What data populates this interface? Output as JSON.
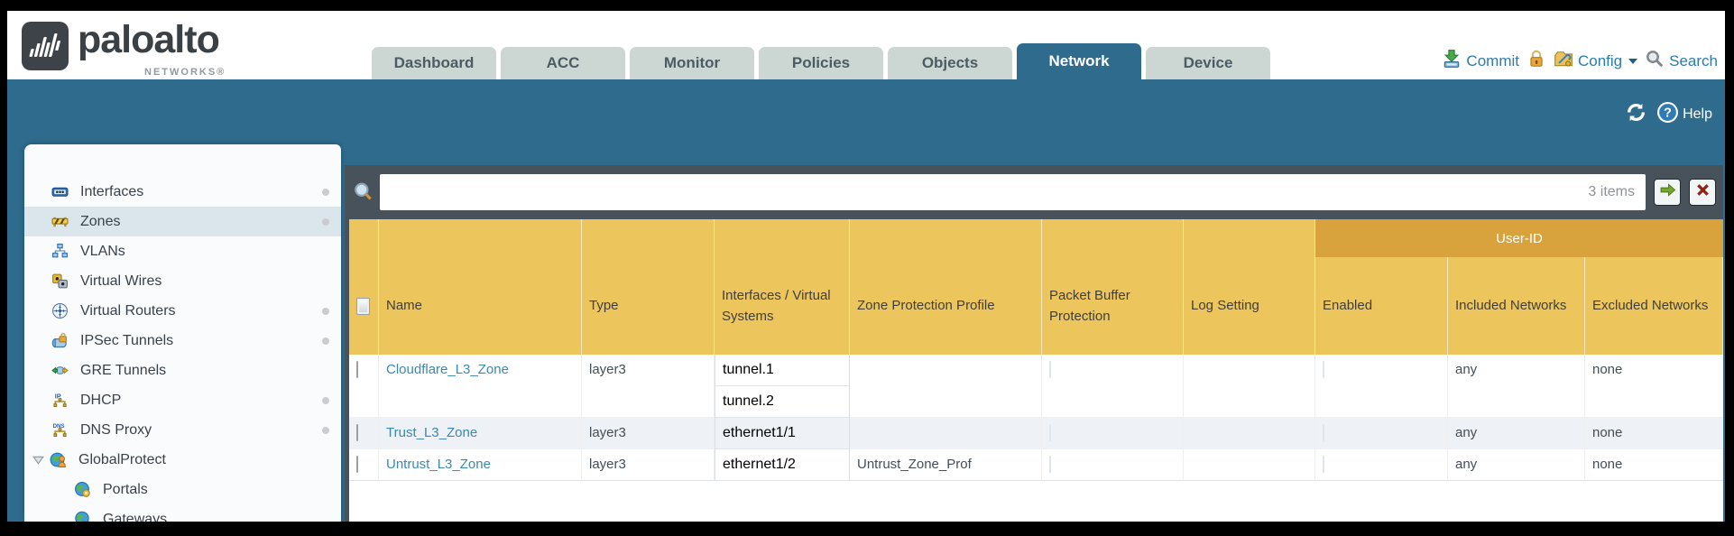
{
  "brand": {
    "name": "paloalto",
    "tagline": "NETWORKS®"
  },
  "nav": {
    "tabs": [
      {
        "label": "Dashboard",
        "active": false
      },
      {
        "label": "ACC",
        "active": false
      },
      {
        "label": "Monitor",
        "active": false
      },
      {
        "label": "Policies",
        "active": false
      },
      {
        "label": "Objects",
        "active": false
      },
      {
        "label": "Network",
        "active": true
      },
      {
        "label": "Device",
        "active": false
      }
    ]
  },
  "header_actions": {
    "commit_label": "Commit",
    "config_label": "Config",
    "search_label": "Search"
  },
  "utility_bar": {
    "help_label": "Help"
  },
  "sidebar": {
    "items": [
      {
        "label": "Interfaces",
        "icon": "interfaces-icon",
        "selected": false,
        "dot": true,
        "indent": 0,
        "expander": false
      },
      {
        "label": "Zones",
        "icon": "zones-icon",
        "selected": true,
        "dot": true,
        "indent": 0,
        "expander": false
      },
      {
        "label": "VLANs",
        "icon": "vlans-icon",
        "selected": false,
        "dot": false,
        "indent": 0,
        "expander": false
      },
      {
        "label": "Virtual Wires",
        "icon": "virtual-wires-icon",
        "selected": false,
        "dot": false,
        "indent": 0,
        "expander": false
      },
      {
        "label": "Virtual Routers",
        "icon": "virtual-routers-icon",
        "selected": false,
        "dot": true,
        "indent": 0,
        "expander": false
      },
      {
        "label": "IPSec Tunnels",
        "icon": "ipsec-tunnels-icon",
        "selected": false,
        "dot": true,
        "indent": 0,
        "expander": false
      },
      {
        "label": "GRE Tunnels",
        "icon": "gre-tunnels-icon",
        "selected": false,
        "dot": false,
        "indent": 0,
        "expander": false
      },
      {
        "label": "DHCP",
        "icon": "dhcp-icon",
        "selected": false,
        "dot": true,
        "indent": 0,
        "expander": false
      },
      {
        "label": "DNS Proxy",
        "icon": "dns-proxy-icon",
        "selected": false,
        "dot": true,
        "indent": 0,
        "expander": false
      },
      {
        "label": "GlobalProtect",
        "icon": "globalprotect-icon",
        "selected": false,
        "dot": false,
        "indent": 0,
        "expander": true
      },
      {
        "label": "Portals",
        "icon": "portals-icon",
        "selected": false,
        "dot": false,
        "indent": 1,
        "expander": false
      },
      {
        "label": "Gateways",
        "icon": "gateways-icon",
        "selected": false,
        "dot": false,
        "indent": 1,
        "expander": false
      }
    ]
  },
  "filter_bar": {
    "value": "",
    "count_label": "3 items"
  },
  "table": {
    "group_header": "User-ID",
    "columns": [
      "Name",
      "Type",
      "Interfaces / Virtual Systems",
      "Zone Protection Profile",
      "Packet Buffer Protection",
      "Log Setting",
      "Enabled",
      "Included Networks",
      "Excluded Networks"
    ],
    "rows": [
      {
        "name": "Cloudflare_L3_Zone",
        "type": "layer3",
        "interfaces": [
          "tunnel.1",
          "tunnel.2"
        ],
        "zone_protection_profile": "",
        "packet_buffer_protection_checked": false,
        "log_setting": "",
        "enabled_checked": false,
        "included_networks": "any",
        "excluded_networks": "none",
        "shaded": false
      },
      {
        "name": "Trust_L3_Zone",
        "type": "layer3",
        "interfaces": [
          "ethernet1/1"
        ],
        "zone_protection_profile": "",
        "packet_buffer_protection_checked": false,
        "log_setting": "",
        "enabled_checked": false,
        "included_networks": "any",
        "excluded_networks": "none",
        "shaded": true
      },
      {
        "name": "Untrust_L3_Zone",
        "type": "layer3",
        "interfaces": [
          "ethernet1/2"
        ],
        "zone_protection_profile": "Untrust_Zone_Prof",
        "packet_buffer_protection_checked": false,
        "log_setting": "",
        "enabled_checked": false,
        "included_networks": "any",
        "excluded_networks": "none",
        "shaded": false
      }
    ]
  },
  "colors": {
    "teal": "#2e6b8c",
    "header_gold": "#ecc55d",
    "userid_gold": "#d8a33c",
    "band_slate": "#48525b",
    "link_blue": "#3c89ae",
    "action_blue": "#2b7cad"
  }
}
